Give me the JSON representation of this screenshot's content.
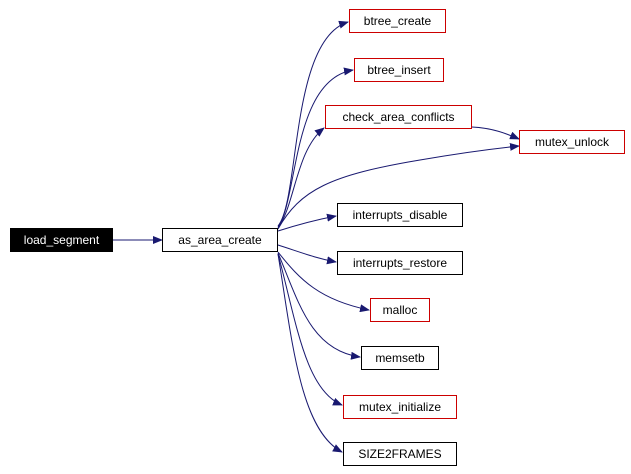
{
  "colors": {
    "edge": "#191970",
    "root_fill": "#000000",
    "root_text": "#ffffff",
    "node_border": "#000000",
    "highlight_border": "#cc0000"
  },
  "nodes": {
    "load_segment": "load_segment",
    "as_area_create": "as_area_create",
    "btree_create": "btree_create",
    "btree_insert": "btree_insert",
    "check_area_conflicts": "check_area_conflicts",
    "mutex_unlock": "mutex_unlock",
    "interrupts_disable": "interrupts_disable",
    "interrupts_restore": "interrupts_restore",
    "malloc": "malloc",
    "memsetb": "memsetb",
    "mutex_initialize": "mutex_initialize",
    "SIZE2FRAMES": "SIZE2FRAMES"
  }
}
